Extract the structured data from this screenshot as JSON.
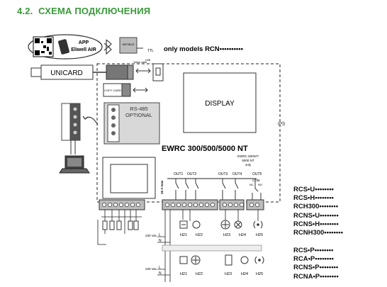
{
  "header": {
    "section": "4.2.",
    "title": "СХЕМА ПОДКЛЮЧЕНИЯ"
  },
  "top": {
    "app_line1": "APP",
    "app_line2": "Eliwell AIR",
    "device_label": "TTL",
    "module_text": "WIFI/BLE",
    "only_models": "only models RCN••••••••••"
  },
  "unicard": {
    "label": "UNICARD",
    "cable_label": "Yellow cable",
    "copy_card": "COPY CARD"
  },
  "usb_label": "USB",
  "rs485": {
    "line1": "RS-485",
    "line2": "OPTIONAL"
  },
  "display_label": "DISPLAY",
  "model_title": "EWRC 300/500/5000 NT",
  "outputs": {
    "out1": "OUT1",
    "out2": "OUT2",
    "out3": "OUT3",
    "out4": "OUT4",
    "out5": "OUT5",
    "note": [
      "EWRC 500NT/",
      "5000 NT",
      "only"
    ],
    "max_current": "16 A max",
    "com": "COM",
    "nc": "NC",
    "no": "NO"
  },
  "loads_top": [
    "H21",
    "H22",
    "H23",
    "H24",
    "H25"
  ],
  "loads_bottom": [
    "H21",
    "H22",
    "H23",
    "H24",
    "H25"
  ],
  "supply_label": "230 Vac",
  "supply_lines": [
    "L",
    "N"
  ],
  "model_codes_1": [
    "RCS•U••••••••",
    "RCS•H••••••••",
    "RCH300••••••••",
    "RCNS•U••••••••",
    "RCNS•H••••••••",
    "RCNH300••••••••"
  ],
  "model_codes_2": [
    "RCS•P••••••••",
    "RCA•P••••••••",
    "RCNS•P••••••••",
    "RCNA•P••••••••"
  ],
  "icons": [
    "qr-code-icon",
    "smartphone-icon",
    "bluetooth-icon",
    "usb-icon",
    "laptop-icon",
    "fan-icon",
    "lamp-icon",
    "buzzer-icon",
    "heater-icon"
  ]
}
